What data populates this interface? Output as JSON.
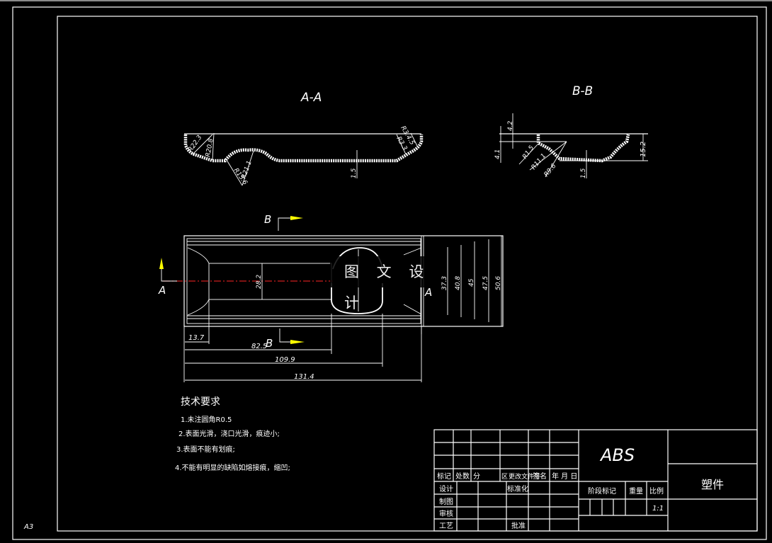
{
  "drawing": {
    "sheet_size": "A3",
    "section_aa": {
      "label": "A-A",
      "dims": [
        "R22.3",
        "R20.8",
        "R15.6",
        "R21.1",
        "R3.4.5",
        "R3.3",
        "1.5"
      ]
    },
    "section_bb": {
      "label": "B-B",
      "dims": [
        "4.2",
        "4.1",
        "R1.5",
        "R11.1",
        "R9.6",
        "1.5",
        "15.2"
      ]
    },
    "plan_view": {
      "cut_marks": {
        "b_top": "B",
        "b_bottom": "B",
        "a_left": "A",
        "a_right": "A"
      },
      "vertical_dims": [
        "28.2",
        "37.3",
        "40.8",
        "45",
        "47.5",
        "50.6"
      ],
      "horizontal_dims": [
        "13.7",
        "82.5",
        "109.9",
        "131.4"
      ]
    },
    "watermark": "图 文 设 计"
  },
  "tech_requirements": {
    "title": "技术要求",
    "items": [
      "1.未注圆角R0.5",
      "2.表面光滑，浇口光滑，痕迹小;",
      "3.表面不能有划痕;",
      "4.不能有明显的缺陷如熔接痕，缩凹;"
    ]
  },
  "title_block": {
    "material": "ABS",
    "part_name": "塑件",
    "header_row": [
      "标记",
      "处数",
      "分",
      "区",
      "更改文件号",
      "签名",
      "年 月 日"
    ],
    "rows": [
      "设计",
      "制图",
      "审核",
      "工艺"
    ],
    "standardization": "标准化",
    "approval": "批准",
    "stage_mark": "阶段标记",
    "weight": "重量",
    "scale_label": "比例",
    "scale_value": "1:1"
  },
  "colors": {
    "background": "#000000",
    "line": "#ffffff",
    "cut_arrow": "#ffff00",
    "centerline": "#cc1f1f"
  }
}
